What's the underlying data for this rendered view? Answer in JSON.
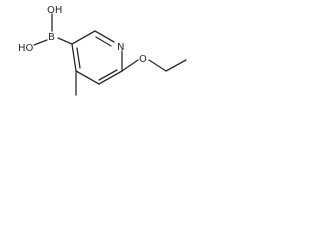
{
  "molecule": {
    "atoms": {
      "boron": "B",
      "hydroxyl_upper": "OH",
      "hydroxyl_lower": "HO",
      "ring_nitrogen": "N",
      "ether_oxygen": "O"
    },
    "colors": {
      "ink": "#2a2a2a",
      "background": "#ffffff"
    }
  }
}
